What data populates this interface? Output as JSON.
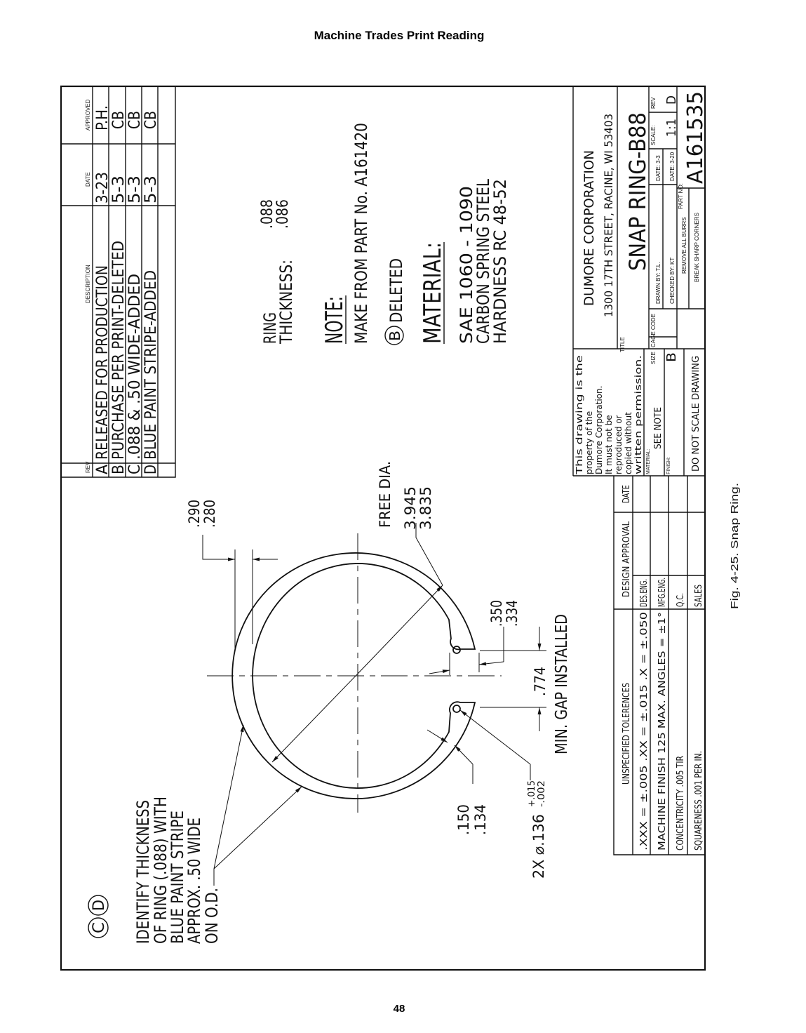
{
  "header_title": "Machine Trades Print Reading",
  "page_number": "48",
  "figure_caption": "Fig. 4-25. Snap Ring.",
  "revisions": {
    "headers": [
      "REV",
      "DESCRIPTION",
      "DATE",
      "APPROVED"
    ],
    "rows": [
      {
        "rev": "A",
        "description": "RELEASED FOR PRODUCTION",
        "date": "3-23",
        "approved": "P.H."
      },
      {
        "rev": "B",
        "description": "PURCHASE PER PRINT-DELETED",
        "date": "5-3",
        "approved": "CB"
      },
      {
        "rev": "C",
        "description": ".088 & .50 WIDE-ADDED",
        "date": "5-3",
        "approved": "CB"
      },
      {
        "rev": "D",
        "description": "BLUE PAINT STRIPE-ADDED",
        "date": "5-3",
        "approved": "CB"
      }
    ]
  },
  "notes": {
    "ring_thickness_label": [
      "RING",
      "THICKNESS:"
    ],
    "ring_thickness_values": [
      ".088",
      ".086"
    ],
    "note_heading": "NOTE:",
    "note_text": "MAKE FROM PART No. A161420",
    "deleted_marker": "B",
    "deleted_text": "DELETED",
    "material_heading": "MATERIAL:",
    "material_lines": [
      "SAE  1060  -  1090",
      "CARBON SPRING STEEL",
      "HARDNESS  RC  48-52"
    ],
    "revision_markers": [
      "C",
      "D"
    ],
    "paint_note": [
      "IDENTIFY THICKNESS",
      "OF RING (.088) WITH",
      "BLUE PAINT STRIPE",
      "APPROX. .50 WIDE",
      "ON O.D."
    ]
  },
  "dimensions": {
    "free_dia_label": "FREE DIA.",
    "free_dia": [
      "3.945",
      "3.835"
    ],
    "width": [
      ".290",
      ".280"
    ],
    "end_width": [
      ".350",
      ".334"
    ],
    "gap": ".774",
    "gap_label": "MIN. GAP INSTALLED",
    "end_thickness": [
      ".150",
      ".134"
    ],
    "hole": "2X ⌀.136",
    "hole_tol": [
      "+.015",
      "-.002"
    ]
  },
  "title_block": {
    "proprietary": [
      "This drawing is the",
      "property of the",
      "Dumore Corporation.",
      "It must not be",
      "reproduced or",
      "copied without",
      "written permission."
    ],
    "material_label": "MATERIAL:",
    "material_value": "SEE NOTE",
    "finish_label": "FINISH:",
    "do_not_scale": "DO NOT SCALE DRAWING",
    "company": "DUMORE CORPORATION",
    "address": "1300 17TH STREET, RACINE, WI 53403",
    "title_label": "TITLE",
    "title": "SNAP RING-B88",
    "size_label": "SIZE",
    "size": "B",
    "cage_code_label": "CAGE CODE",
    "drawn_by": "DRAWN BY: T.L.",
    "checked_by": "CHECKED BY: KT",
    "drawn_date": "DATE: 3-3",
    "checked_date": "DATE: 3-20",
    "scale_label": "SCALE:",
    "scale": "1:1",
    "rev_label": "REV",
    "rev": "D",
    "remove_burrs": "REMOVE ALL BURRS",
    "break_corners": "BREAK SHARP CORNERS",
    "part_no_label": "PART NO:",
    "part_no": "A161535"
  },
  "tolerances": {
    "header": "UNSPECIFIED TOLERENCES",
    "rows": [
      ".XXX = ±.005   .XX = ±.015   .X = ±.050",
      "MACHINE FINISH 125 MAX.     ANGLES = ±1°",
      "CONCENTRICITY .005 TIR",
      "SQUARENESS .001 PER IN."
    ],
    "design_approval_header": "DESIGN APPROVAL",
    "approvals": [
      "DES.ENG.",
      "MFG.ENG.",
      "Q.C.",
      "SALES"
    ],
    "date_header": "DATE"
  }
}
